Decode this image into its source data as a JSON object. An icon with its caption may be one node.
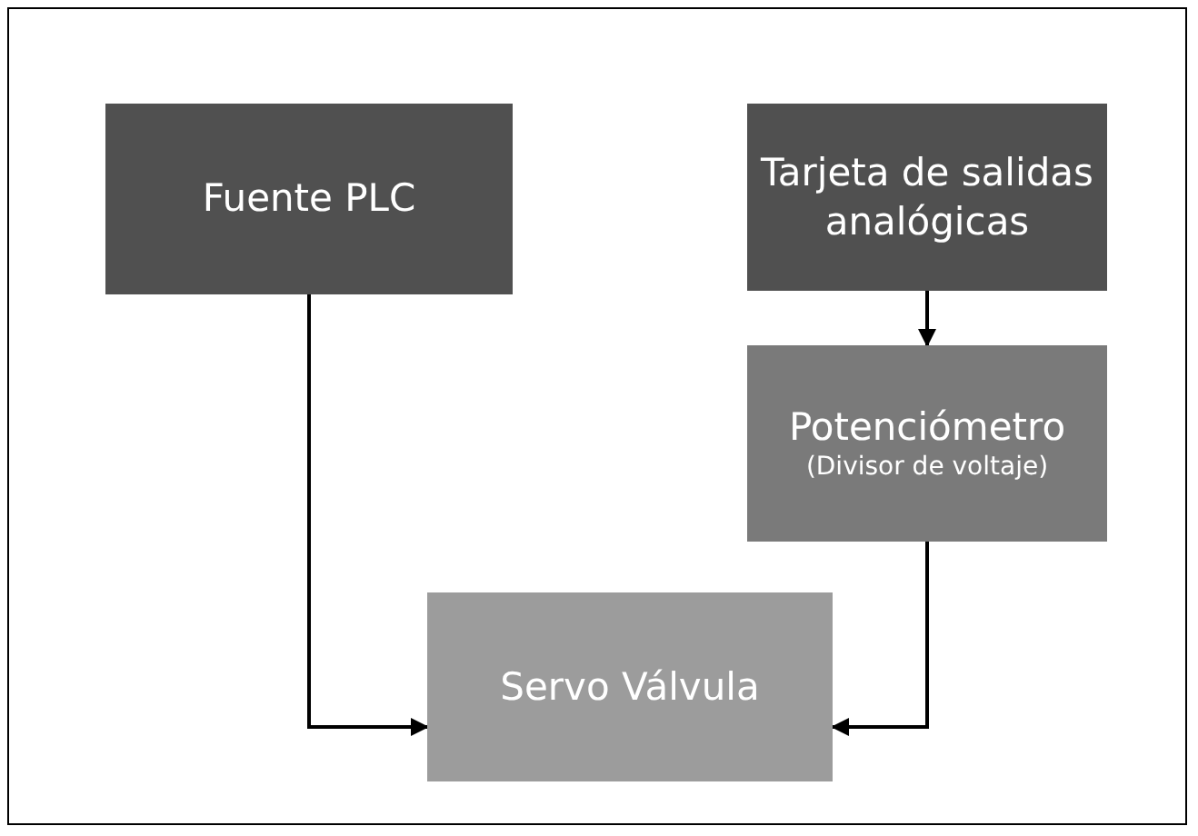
{
  "diagram": {
    "nodes": [
      {
        "text": [
          "Fuente PLC"
        ]
      },
      {
        "text": [
          "Tarjeta de salidas analógicas"
        ]
      },
      {
        "text": [
          "Potenciómetro",
          "(Divisor de voltaje)"
        ]
      },
      {
        "text": [
          "Servo Válvula"
        ]
      }
    ],
    "edges": [
      {
        "from": 0,
        "to": 3,
        "arrow": "to"
      },
      {
        "from": 1,
        "to": 2,
        "arrow": "to"
      },
      {
        "from": 2,
        "to": 3,
        "arrow": "to"
      }
    ]
  }
}
